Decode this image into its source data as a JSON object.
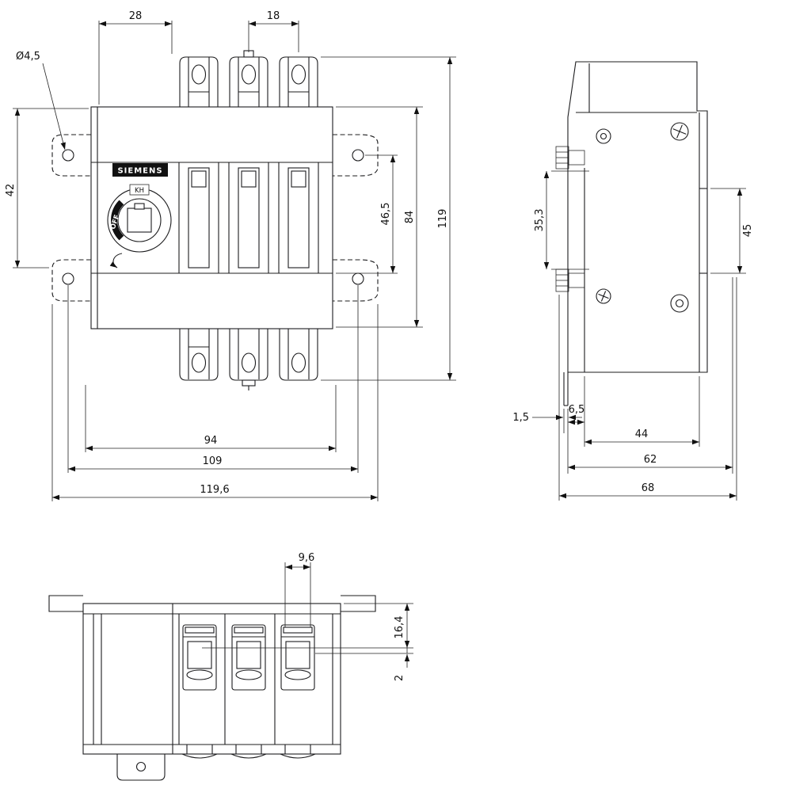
{
  "front": {
    "brand": "SIEMENS",
    "handle_code": "KH",
    "handle_off": "OFF",
    "dims": {
      "w28": "28",
      "w18": "18",
      "hole_dia": "Ø4,5",
      "h42": "42",
      "h46_5": "46,5",
      "h84": "84",
      "h119": "119",
      "w94": "94",
      "w109": "109",
      "w119_6": "119,6"
    }
  },
  "side": {
    "dims": {
      "h35_3": "35,3",
      "h45": "45",
      "w1_5": "1,5",
      "w6_5": "6,5",
      "w44": "44",
      "w62": "62",
      "w68": "68"
    }
  },
  "bottom": {
    "dims": {
      "w9_6": "9,6",
      "h16_4": "16,4",
      "h2": "2"
    }
  }
}
